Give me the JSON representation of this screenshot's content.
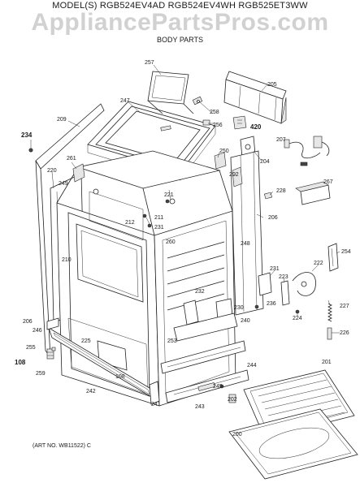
{
  "header": {
    "title": "MODEL(S) RGB524EV4AD  RGB524EV4WH  RGB525ET3WW",
    "watermark": "AppliancePartsPros.com",
    "subtitle": "BODY PARTS"
  },
  "footer": {
    "art_number": "(ART NO. WB11522) C"
  },
  "callouts": [
    {
      "id": "c257",
      "label": "257"
    },
    {
      "id": "c205",
      "label": "205"
    },
    {
      "id": "c247",
      "label": "247"
    },
    {
      "id": "c258",
      "label": "258"
    },
    {
      "id": "c209",
      "label": "209"
    },
    {
      "id": "c256",
      "label": "256"
    },
    {
      "id": "c420",
      "label": "420"
    },
    {
      "id": "c234",
      "label": "234"
    },
    {
      "id": "c207",
      "label": "207"
    },
    {
      "id": "c250",
      "label": "250"
    },
    {
      "id": "c204",
      "label": "204"
    },
    {
      "id": "c261",
      "label": "261"
    },
    {
      "id": "c220",
      "label": "220"
    },
    {
      "id": "c202",
      "label": "202"
    },
    {
      "id": "c249",
      "label": "249"
    },
    {
      "id": "c267",
      "label": "267"
    },
    {
      "id": "c228",
      "label": "228"
    },
    {
      "id": "c221",
      "label": "221"
    },
    {
      "id": "c211",
      "label": "211"
    },
    {
      "id": "c206a",
      "label": "206"
    },
    {
      "id": "c212",
      "label": "212"
    },
    {
      "id": "c231a",
      "label": "231"
    },
    {
      "id": "c260",
      "label": "260"
    },
    {
      "id": "c248",
      "label": "248"
    },
    {
      "id": "c254",
      "label": "254"
    },
    {
      "id": "c210",
      "label": "210"
    },
    {
      "id": "c222",
      "label": "222"
    },
    {
      "id": "c231b",
      "label": "231"
    },
    {
      "id": "c223",
      "label": "223"
    },
    {
      "id": "c232",
      "label": "232"
    },
    {
      "id": "c227",
      "label": "227"
    },
    {
      "id": "c230",
      "label": "230"
    },
    {
      "id": "c236",
      "label": "236"
    },
    {
      "id": "c224",
      "label": "224"
    },
    {
      "id": "c206b",
      "label": "206"
    },
    {
      "id": "c240",
      "label": "240"
    },
    {
      "id": "c246",
      "label": "246"
    },
    {
      "id": "c226",
      "label": "226"
    },
    {
      "id": "c225",
      "label": "225"
    },
    {
      "id": "c253",
      "label": "253"
    },
    {
      "id": "c255",
      "label": "255"
    },
    {
      "id": "c108a",
      "label": "108"
    },
    {
      "id": "c244",
      "label": "244"
    },
    {
      "id": "c201",
      "label": "201"
    },
    {
      "id": "c259",
      "label": "259"
    },
    {
      "id": "c108b",
      "label": "108"
    },
    {
      "id": "c245",
      "label": "245"
    },
    {
      "id": "c242",
      "label": "242"
    },
    {
      "id": "c241",
      "label": "241"
    },
    {
      "id": "c202b",
      "label": "202"
    },
    {
      "id": "c243",
      "label": "243"
    },
    {
      "id": "c200",
      "label": "200"
    }
  ],
  "colors": {
    "line": "#222222",
    "watermark": "#c9c9c9",
    "paper": "#ffffff"
  }
}
